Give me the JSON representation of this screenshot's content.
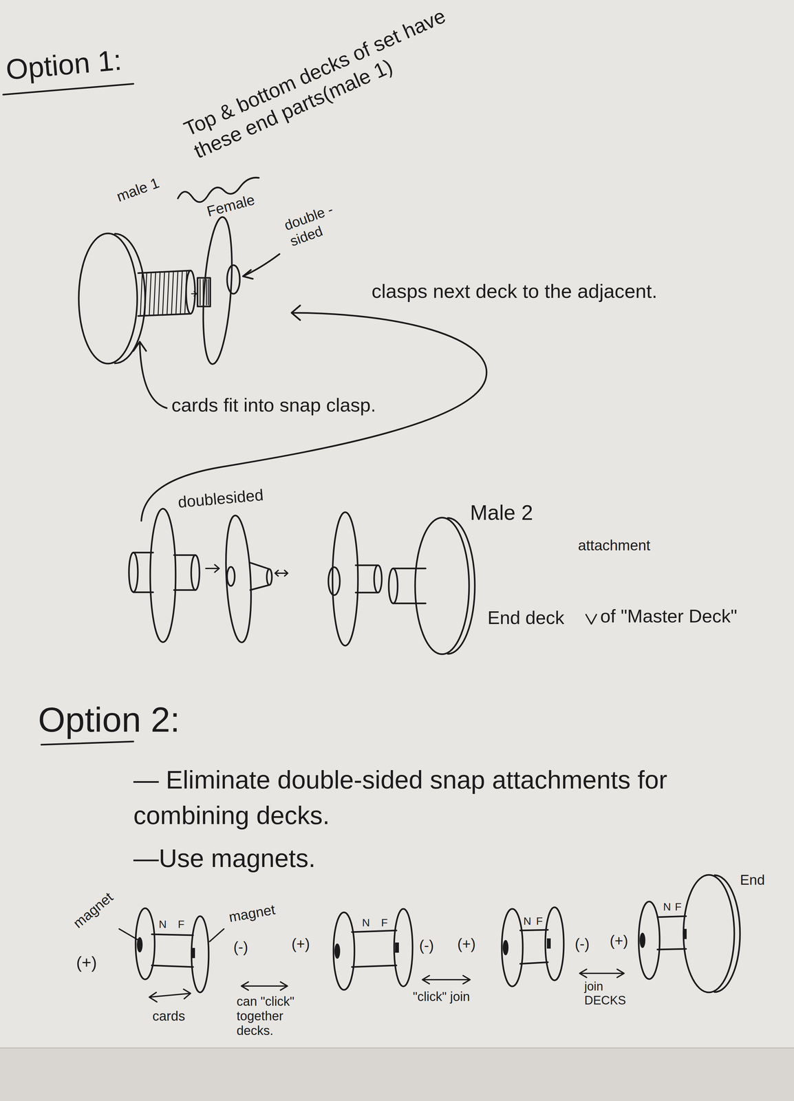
{
  "diagram": {
    "labels": [
      "Option 1:",
      "Top & bottom decks of set have these end parts(male 1)",
      "male 1",
      "Female",
      "double -sided",
      "clasps next deck to the adjacent.",
      "cards fit into snap clasp.",
      "doublesided",
      "Male 2",
      "attachment",
      "End deck",
      "of \"Master Deck\"",
      "Option 2:",
      "— Eliminate double-sided snap attachments for combining decks.",
      "—Use magnets.",
      "magnet",
      "(+)",
      "N",
      "F",
      "magnet",
      "(-)",
      "(+)",
      "N",
      "F",
      "(-)",
      "(+)",
      "N",
      "F",
      "(-)",
      "(+)",
      "N",
      "F",
      "End",
      "cards",
      "can \"click\" together decks.",
      "\"click\" join",
      "join DECKS"
    ]
  }
}
